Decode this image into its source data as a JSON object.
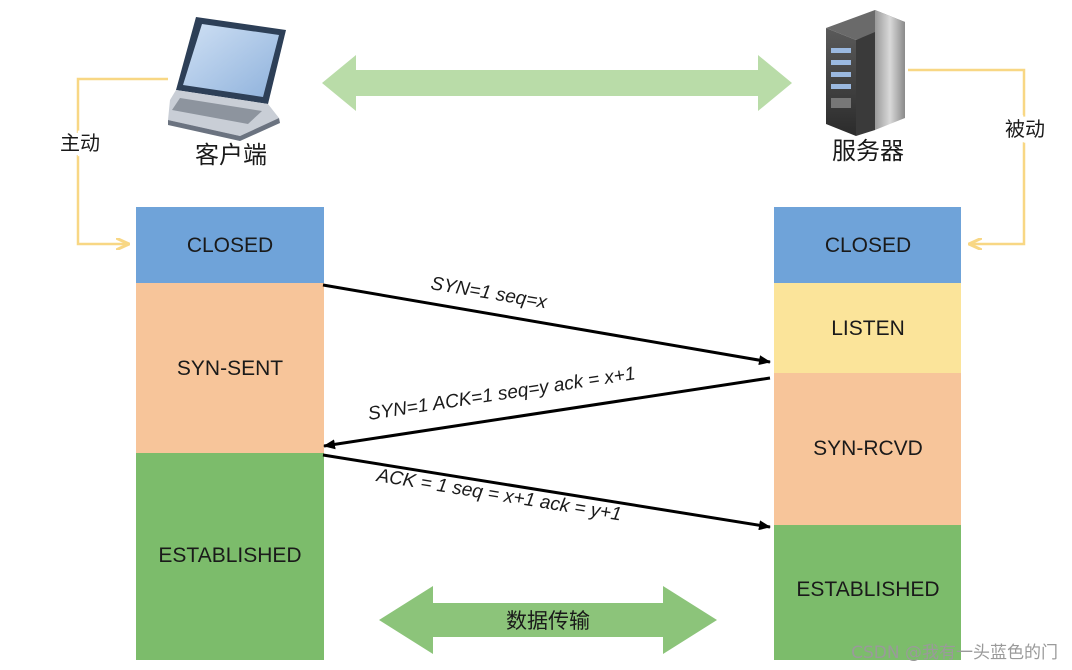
{
  "client": {
    "label": "客户端",
    "side_label": "主动",
    "states": [
      {
        "name": "CLOSED",
        "color": "#6fa3d9"
      },
      {
        "name": "SYN-SENT",
        "color": "#f7c59a"
      },
      {
        "name": "ESTABLISHED",
        "color": "#7cbc6b"
      }
    ]
  },
  "server": {
    "label": "服务器",
    "side_label": "被动",
    "states": [
      {
        "name": "CLOSED",
        "color": "#6fa3d9"
      },
      {
        "name": "LISTEN",
        "color": "#fbe49a"
      },
      {
        "name": "SYN-RCVD",
        "color": "#f7c59a"
      },
      {
        "name": "ESTABLISHED",
        "color": "#7cbc6b"
      }
    ]
  },
  "messages": [
    {
      "text": "SYN=1  seq=x"
    },
    {
      "text": "SYN=1 ACK=1 seq=y ack = x+1"
    },
    {
      "text": "ACK = 1 seq = x+1 ack = y+1"
    }
  ],
  "data_transfer": {
    "label": "数据传输",
    "color": "#8cc47a"
  },
  "top_arrow_color": "#b9dca8",
  "connector_color": "#f8d784",
  "watermark": "CSDN @我有一头蓝色的门",
  "icons": {
    "client": "laptop-icon",
    "server": "server-tower-icon"
  }
}
